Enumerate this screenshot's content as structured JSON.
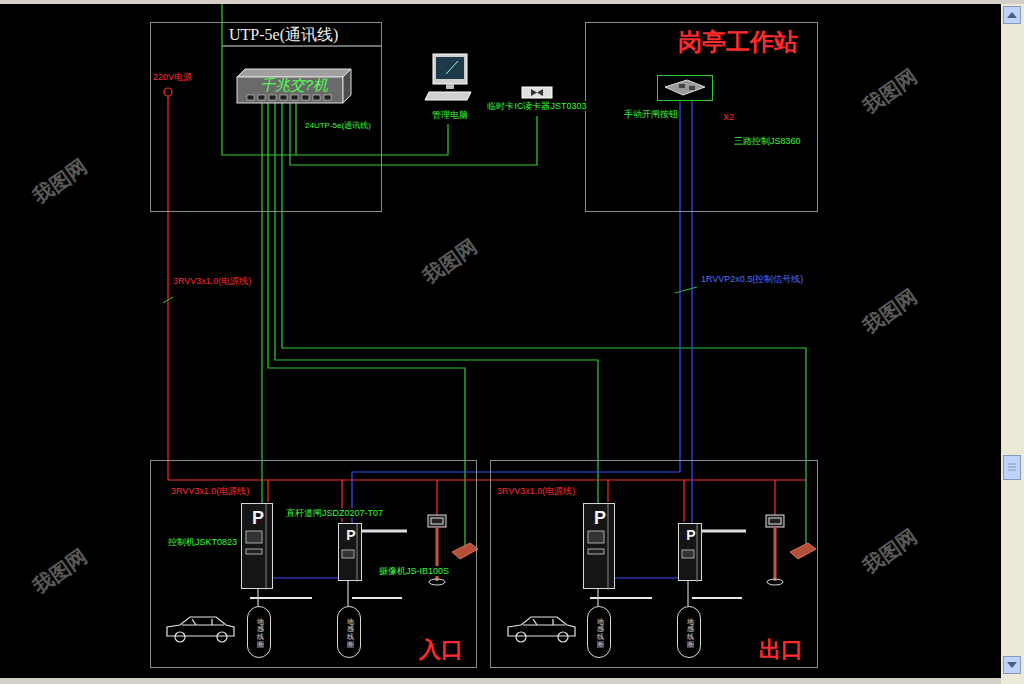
{
  "diagram": {
    "nodes": [
      {
        "text": [
          "UTP-5e(通讯线)"
        ]
      },
      {
        "text": [
          "千兆交?机"
        ],
        "in": 0
      },
      {
        "text": [
          "管理电脑"
        ]
      },
      {
        "text": [
          "临时卡IC读卡器JST0303"
        ]
      },
      {
        "text": [
          "岗亭工作站"
        ]
      },
      {
        "text": [
          "手动开闸按钮"
        ],
        "in": 4
      },
      {
        "text": [
          "入口"
        ]
      },
      {
        "text": [
          "P",
          "控制机JSKT0823"
        ],
        "in": 6
      },
      {
        "text": [
          "P",
          "直杆道闸JSDZ0207-T07"
        ],
        "in": 6
      },
      {
        "text": [
          "地感线圈"
        ],
        "in": 6
      },
      {
        "text": [
          "地感线圈"
        ],
        "in": 6
      },
      {
        "text": [
          "出口"
        ]
      },
      {
        "text": [
          "P"
        ],
        "in": 11
      },
      {
        "text": [
          "P"
        ],
        "in": 11
      },
      {
        "text": [
          "地感线圈"
        ],
        "in": 11
      },
      {
        "text": [
          "地感线圈"
        ],
        "in": 11
      }
    ],
    "edges": [
      {
        "from": 1,
        "to": 2,
        "arrow": "none"
      },
      {
        "from": 1,
        "to": 3,
        "arrow": "none"
      },
      {
        "from": 1,
        "to": 7,
        "arrow": "none"
      },
      {
        "from": 1,
        "to": 12,
        "arrow": "none"
      },
      {
        "from": 5,
        "to": 8,
        "arrow": "none"
      },
      {
        "from": 5,
        "to": 13,
        "arrow": "none"
      },
      {
        "from": 7,
        "to": 8,
        "arrow": "none"
      },
      {
        "from": 12,
        "to": 13,
        "arrow": "none"
      },
      {
        "from": 7,
        "to": 9,
        "arrow": "none"
      },
      {
        "from": 8,
        "to": 10,
        "arrow": "none"
      },
      {
        "from": 12,
        "to": 14,
        "arrow": "none"
      },
      {
        "from": 13,
        "to": 15,
        "arrow": "none"
      }
    ],
    "labels": [
      "220V电源",
      "24UTP-5e(通讯线)",
      "X2",
      "三路控制JS8360",
      "3RVV3x1.0(电源线)",
      "1RVVP2x0.5(控制信号线)",
      "3RVV3x1.0(电源线)",
      "3RVV3x1.0(电源线)",
      "摄像机JS-IB100S",
      "我图网",
      "我图网",
      "我图网",
      "我图网",
      "我图网",
      "我图网"
    ]
  }
}
